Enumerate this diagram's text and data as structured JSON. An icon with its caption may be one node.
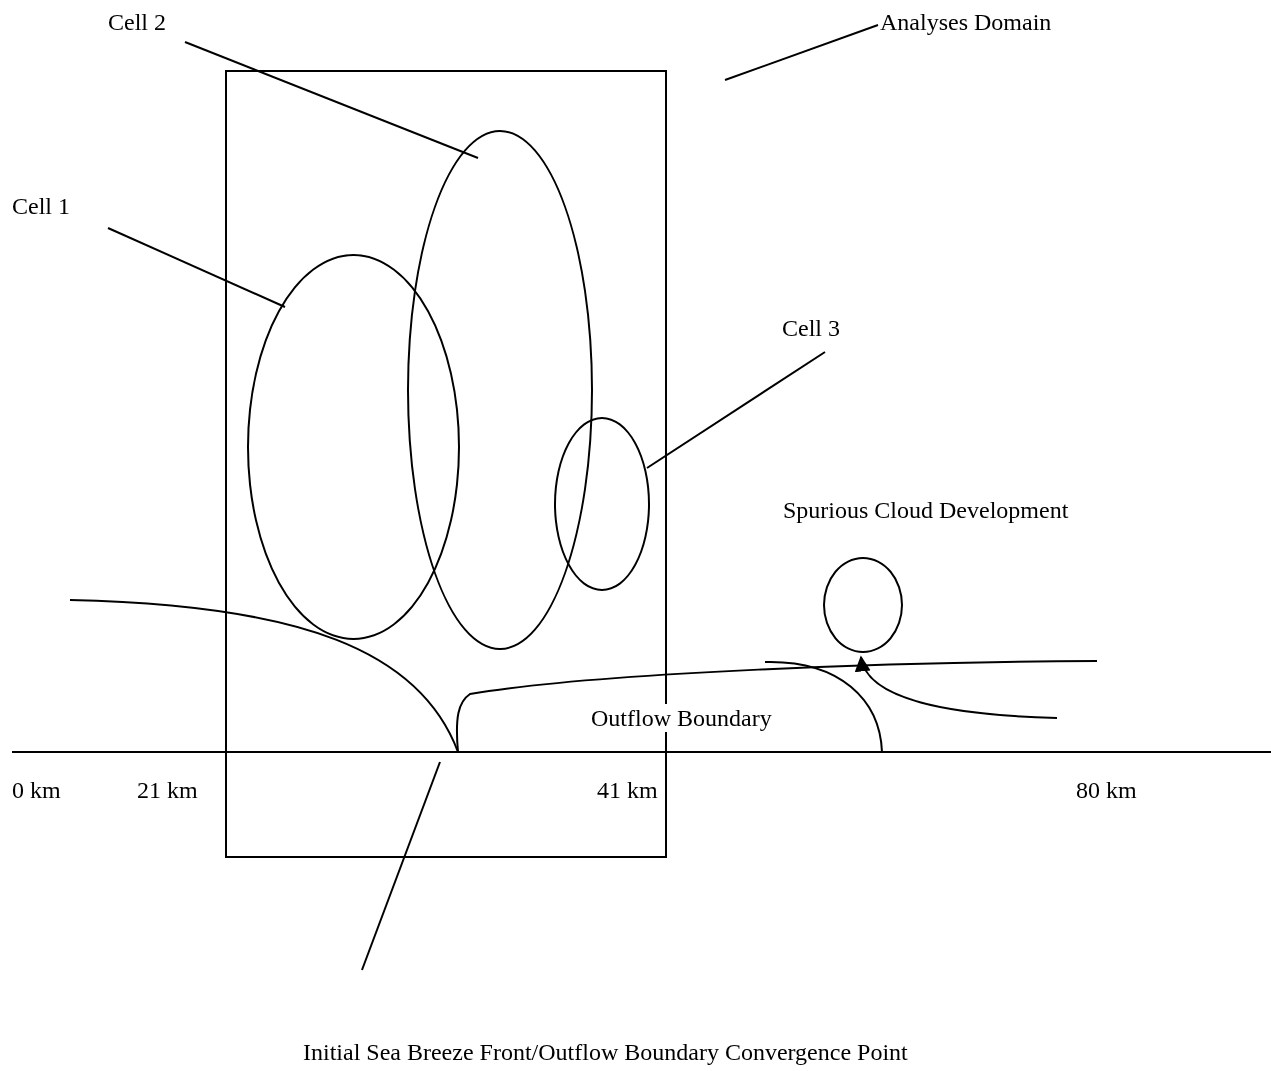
{
  "diagram": {
    "nodes": [
      {
        "text": [
          "Cell 2"
        ]
      },
      {
        "text": [
          "Analyses Domain"
        ]
      },
      {
        "text": [],
        "shape": "box"
      },
      {
        "text": [],
        "shape": "circle",
        "in": 2
      },
      {
        "text": [
          "Cell 1"
        ]
      },
      {
        "text": [],
        "shape": "circle",
        "in": 2
      },
      {
        "text": [
          "Cell 3"
        ]
      },
      {
        "text": [],
        "shape": "circle",
        "in": 2
      },
      {
        "text": [],
        "shape": "circle",
        "beside": [
          "Spurious Cloud Development"
        ]
      },
      {
        "text": [
          "Initial Sea Breeze Front/Outflow Boundary Convergence Point"
        ]
      }
    ],
    "edges": [
      {
        "from": 0,
        "to": 3,
        "arrow": "none"
      },
      {
        "from": 1,
        "to": 2,
        "arrow": "none"
      },
      {
        "from": 4,
        "to": 5,
        "arrow": "none"
      },
      {
        "from": 6,
        "to": 7,
        "arrow": "none"
      },
      {
        "from": null,
        "to": 8,
        "arrow": "to"
      },
      {
        "from": 9,
        "to": null,
        "arrow": "none"
      }
    ],
    "labels": [
      "Outflow Boundary",
      "0 km",
      "21 km",
      "41 km",
      "80 km"
    ]
  }
}
